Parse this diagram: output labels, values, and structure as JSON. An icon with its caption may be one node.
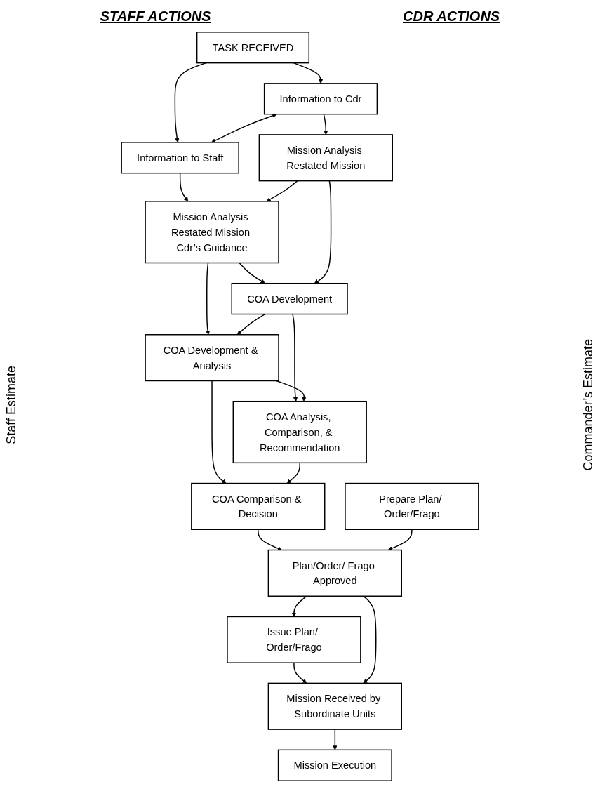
{
  "diagram": {
    "nodes": [
      {
        "text": [
          "TASK RECEIVED"
        ]
      },
      {
        "text": [
          "Information to Cdr"
        ]
      },
      {
        "text": [
          "Information to Staff"
        ]
      },
      {
        "text": [
          "Mission Analysis Restated Mission"
        ]
      },
      {
        "text": [
          "Mission Analysis Restated Mission Cdr’s Guidance"
        ]
      },
      {
        "text": [
          "COA Development"
        ]
      },
      {
        "text": [
          "COA Development & Analysis"
        ]
      },
      {
        "text": [
          "COA Analysis, Comparison, & Recommendation"
        ]
      },
      {
        "text": [
          "COA Comparison & Decision"
        ]
      },
      {
        "text": [
          "Prepare Plan/ Order/Frago"
        ]
      },
      {
        "text": [
          "Plan/Order/ Frago Approved"
        ]
      },
      {
        "text": [
          "Issue Plan/ Order/Frago"
        ]
      },
      {
        "text": [
          "Mission Received by Subordinate Units"
        ]
      },
      {
        "text": [
          "Mission Execution"
        ]
      }
    ],
    "edges": [
      {
        "from": 0,
        "to": 1,
        "arrow": "to"
      },
      {
        "from": 0,
        "to": 2,
        "arrow": "to"
      },
      {
        "from": 1,
        "to": 2,
        "arrow": "both"
      },
      {
        "from": 1,
        "to": 3,
        "arrow": "to"
      },
      {
        "from": 2,
        "to": 4,
        "arrow": "to"
      },
      {
        "from": 3,
        "to": 4,
        "arrow": "to"
      },
      {
        "from": 4,
        "to": 5,
        "arrow": "to"
      },
      {
        "from": 3,
        "to": 5,
        "arrow": "to"
      },
      {
        "from": 4,
        "to": 6,
        "arrow": "to"
      },
      {
        "from": 5,
        "to": 6,
        "arrow": "to"
      },
      {
        "from": 5,
        "to": 7,
        "arrow": "to"
      },
      {
        "from": 6,
        "to": 7,
        "arrow": "to"
      },
      {
        "from": 6,
        "to": 8,
        "arrow": "to"
      },
      {
        "from": 7,
        "to": 8,
        "arrow": "to"
      },
      {
        "from": 8,
        "to": 10,
        "arrow": "to"
      },
      {
        "from": 9,
        "to": 10,
        "arrow": "to"
      },
      {
        "from": 10,
        "to": 11,
        "arrow": "to"
      },
      {
        "from": 11,
        "to": 12,
        "arrow": "to"
      },
      {
        "from": 10,
        "to": 12,
        "arrow": "to"
      },
      {
        "from": 12,
        "to": 13,
        "arrow": "to"
      }
    ],
    "labels": [
      "STAFF ACTIONS",
      "CDR ACTIONS",
      "Staff Estimate",
      "Commander’s Estimate"
    ]
  }
}
